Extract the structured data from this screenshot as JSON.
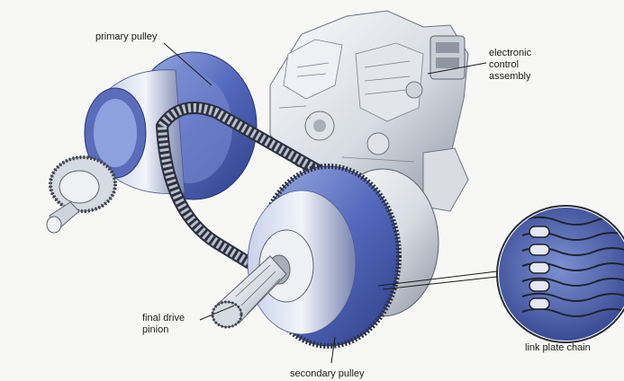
{
  "labels": {
    "primary_pulley": "primary pulley",
    "electronic_control_assembly": [
      "electronic",
      "control",
      "assembly"
    ],
    "final_drive_pinion": [
      "final drive",
      "pinion"
    ],
    "link_plate_chain": "link plate chain",
    "secondary_pulley": "secondary pulley"
  },
  "colors": {
    "background": "#f7f7f5",
    "pulley_blue": "#4f63b8",
    "pulley_blue_light": "#8e9fd9",
    "metal_light": "#e9ebef",
    "metal_dark": "#9aa0aa",
    "chain_dark": "#2d3140",
    "leader_line": "#1b1b1b"
  }
}
